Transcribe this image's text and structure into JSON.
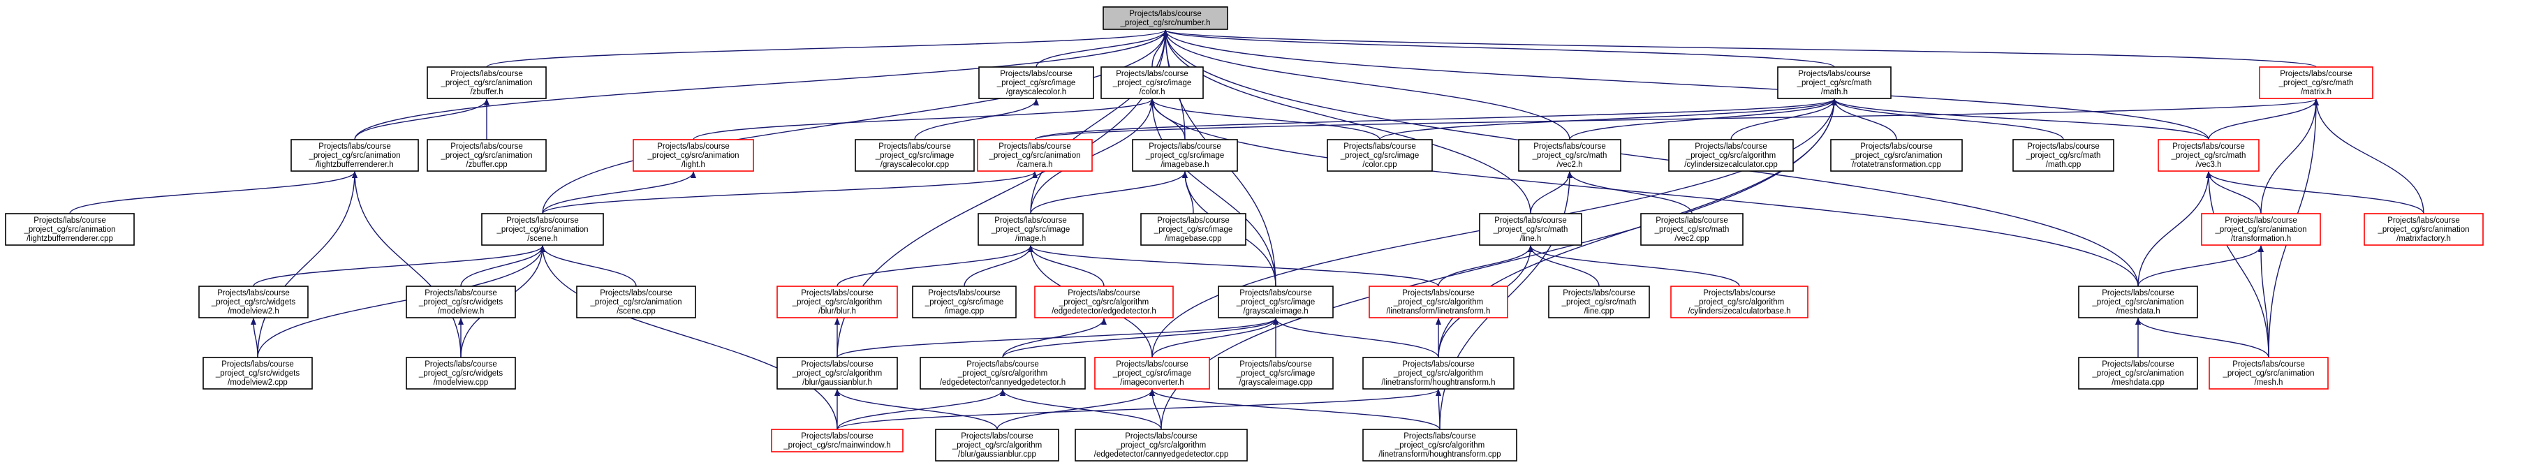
{
  "colors": {
    "edge": "#191970",
    "box_black": "#000000",
    "box_red": "#ff0000",
    "root_fill": "#bfbfbf",
    "node_fill": "#ffffff"
  },
  "nodes": [
    {
      "id": "root",
      "lines": [
        "Projects/labs/course",
        "_project_cg/src/number.h"
      ],
      "border": "black",
      "root": true
    },
    {
      "id": "zbuffer_h",
      "lines": [
        "Projects/labs/course",
        "_project_cg/src/animation",
        "/zbuffer.h"
      ],
      "border": "black"
    },
    {
      "id": "grayscalecolor_h",
      "lines": [
        "Projects/labs/course",
        "_project_cg/src/image",
        "/grayscalecolor.h"
      ],
      "border": "black"
    },
    {
      "id": "color_h",
      "lines": [
        "Projects/labs/course",
        "_project_cg/src/image",
        "/color.h"
      ],
      "border": "black"
    },
    {
      "id": "math_h",
      "lines": [
        "Projects/labs/course",
        "_project_cg/src/math",
        "/math.h"
      ],
      "border": "black"
    },
    {
      "id": "matrix_h",
      "lines": [
        "Projects/labs/course",
        "_project_cg/src/math",
        "/matrix.h"
      ],
      "border": "red"
    },
    {
      "id": "lightzbuffer_h",
      "lines": [
        "Projects/labs/course",
        "_project_cg/src/animation",
        "/lightzbufferrenderer.h"
      ],
      "border": "black"
    },
    {
      "id": "zbuffer_cpp",
      "lines": [
        "Projects/labs/course",
        "_project_cg/src/animation",
        "/zbuffer.cpp"
      ],
      "border": "black"
    },
    {
      "id": "light_h",
      "lines": [
        "Projects/labs/course",
        "_project_cg/src/animation",
        "/light.h"
      ],
      "border": "red"
    },
    {
      "id": "grayscalecolor_cpp",
      "lines": [
        "Projects/labs/course",
        "_project_cg/src/image",
        "/grayscalecolor.cpp"
      ],
      "border": "black"
    },
    {
      "id": "camera_h",
      "lines": [
        "Projects/labs/course",
        "_project_cg/src/animation",
        "/camera.h"
      ],
      "border": "red"
    },
    {
      "id": "imagebase_h",
      "lines": [
        "Projects/labs/course",
        "_project_cg/src/image",
        "/imagebase.h"
      ],
      "border": "black"
    },
    {
      "id": "color_cpp",
      "lines": [
        "Projects/labs/course",
        "_project_cg/src/image",
        "/color.cpp"
      ],
      "border": "black"
    },
    {
      "id": "vec2_h",
      "lines": [
        "Projects/labs/course",
        "_project_cg/src/math",
        "/vec2.h"
      ],
      "border": "black"
    },
    {
      "id": "cylindersize_cpp",
      "lines": [
        "Projects/labs/course",
        "_project_cg/src/algorithm",
        "/cylindersizecalculator.cpp"
      ],
      "border": "black"
    },
    {
      "id": "rotatetrans_cpp",
      "lines": [
        "Projects/labs/course",
        "_project_cg/src/animation",
        "/rotatetransformation.cpp"
      ],
      "border": "black"
    },
    {
      "id": "math_cpp",
      "lines": [
        "Projects/labs/course",
        "_project_cg/src/math",
        "/math.cpp"
      ],
      "border": "black"
    },
    {
      "id": "vec3_h",
      "lines": [
        "Projects/labs/course",
        "_project_cg/src/math",
        "/vec3.h"
      ],
      "border": "red"
    },
    {
      "id": "lightzbuffer_cpp",
      "lines": [
        "Projects/labs/course",
        "_project_cg/src/animation",
        "/lightzbufferrenderer.cpp"
      ],
      "border": "black"
    },
    {
      "id": "scene_h",
      "lines": [
        "Projects/labs/course",
        "_project_cg/src/animation",
        "/scene.h"
      ],
      "border": "black"
    },
    {
      "id": "image_h",
      "lines": [
        "Projects/labs/course",
        "_project_cg/src/image",
        "/image.h"
      ],
      "border": "black"
    },
    {
      "id": "imagebase_cpp",
      "lines": [
        "Projects/labs/course",
        "_project_cg/src/image",
        "/imagebase.cpp"
      ],
      "border": "black"
    },
    {
      "id": "line_h",
      "lines": [
        "Projects/labs/course",
        "_project_cg/src/math",
        "/line.h"
      ],
      "border": "black"
    },
    {
      "id": "vec2_cpp",
      "lines": [
        "Projects/labs/course",
        "_project_cg/src/math",
        "/vec2.cpp"
      ],
      "border": "black"
    },
    {
      "id": "transformation_h",
      "lines": [
        "Projects/labs/course",
        "_project_cg/src/animation",
        "/transformation.h"
      ],
      "border": "red"
    },
    {
      "id": "matrixfactory_h",
      "lines": [
        "Projects/labs/course",
        "_project_cg/src/animation",
        "/matrixfactory.h"
      ],
      "border": "red"
    },
    {
      "id": "modelview2_h",
      "lines": [
        "Projects/labs/course",
        "_project_cg/src/widgets",
        "/modelview2.h"
      ],
      "border": "black"
    },
    {
      "id": "modelview_h",
      "lines": [
        "Projects/labs/course",
        "_project_cg/src/widgets",
        "/modelview.h"
      ],
      "border": "black"
    },
    {
      "id": "scene_cpp",
      "lines": [
        "Projects/labs/course",
        "_project_cg/src/animation",
        "/scene.cpp"
      ],
      "border": "black"
    },
    {
      "id": "blur_h",
      "lines": [
        "Projects/labs/course",
        "_project_cg/src/algorithm",
        "/blur/blur.h"
      ],
      "border": "red"
    },
    {
      "id": "image_cpp",
      "lines": [
        "Projects/labs/course",
        "_project_cg/src/image",
        "/image.cpp"
      ],
      "border": "black"
    },
    {
      "id": "edgedetector_h",
      "lines": [
        "Projects/labs/course",
        "_project_cg/src/algorithm",
        "/edgedetector/edgedetector.h"
      ],
      "border": "red"
    },
    {
      "id": "grayscaleimage_h",
      "lines": [
        "Projects/labs/course",
        "_project_cg/src/image",
        "/grayscaleimage.h"
      ],
      "border": "black"
    },
    {
      "id": "linetransform_h",
      "lines": [
        "Projects/labs/course",
        "_project_cg/src/algorithm",
        "/linetransform/linetransform.h"
      ],
      "border": "red"
    },
    {
      "id": "line_cpp",
      "lines": [
        "Projects/labs/course",
        "_project_cg/src/math",
        "/line.cpp"
      ],
      "border": "black"
    },
    {
      "id": "cylindersizebase_h",
      "lines": [
        "Projects/labs/course",
        "_project_cg/src/algorithm",
        "/cylindersizecalculatorbase.h"
      ],
      "border": "red"
    },
    {
      "id": "meshdata_h",
      "lines": [
        "Projects/labs/course",
        "_project_cg/src/animation",
        "/meshdata.h"
      ],
      "border": "black"
    },
    {
      "id": "modelview2_cpp",
      "lines": [
        "Projects/labs/course",
        "_project_cg/src/widgets",
        "/modelview2.cpp"
      ],
      "border": "black"
    },
    {
      "id": "modelview_cpp",
      "lines": [
        "Projects/labs/course",
        "_project_cg/src/widgets",
        "/modelview.cpp"
      ],
      "border": "black"
    },
    {
      "id": "gaussianblur_h",
      "lines": [
        "Projects/labs/course",
        "_project_cg/src/algorithm",
        "/blur/gaussianblur.h"
      ],
      "border": "black"
    },
    {
      "id": "cannyedge_h",
      "lines": [
        "Projects/labs/course",
        "_project_cg/src/algorithm",
        "/edgedetector/cannyedgedetector.h"
      ],
      "border": "black"
    },
    {
      "id": "imageconverter_h",
      "lines": [
        "Projects/labs/course",
        "_project_cg/src/image",
        "/imageconverter.h"
      ],
      "border": "red"
    },
    {
      "id": "grayscaleimage_cpp",
      "lines": [
        "Projects/labs/course",
        "_project_cg/src/image",
        "/grayscaleimage.cpp"
      ],
      "border": "black"
    },
    {
      "id": "houghtransform_h",
      "lines": [
        "Projects/labs/course",
        "_project_cg/src/algorithm",
        "/linetransform/houghtransform.h"
      ],
      "border": "black"
    },
    {
      "id": "meshdata_cpp",
      "lines": [
        "Projects/labs/course",
        "_project_cg/src/animation",
        "/meshdata.cpp"
      ],
      "border": "black"
    },
    {
      "id": "mesh_h",
      "lines": [
        "Projects/labs/course",
        "_project_cg/src/animation",
        "/mesh.h"
      ],
      "border": "red"
    },
    {
      "id": "mainwindow_h",
      "lines": [
        "Projects/labs/course",
        "_project_cg/src/mainwindow.h"
      ],
      "border": "red"
    },
    {
      "id": "gaussianblur_cpp",
      "lines": [
        "Projects/labs/course",
        "_project_cg/src/algorithm",
        "/blur/gaussianblur.cpp"
      ],
      "border": "black"
    },
    {
      "id": "cannyedge_cpp",
      "lines": [
        "Projects/labs/course",
        "_project_cg/src/algorithm",
        "/edgedetector/cannyedgedetector.cpp"
      ],
      "border": "black"
    },
    {
      "id": "houghtransform_cpp",
      "lines": [
        "Projects/labs/course",
        "_project_cg/src/algorithm",
        "/linetransform/houghtransform.cpp"
      ],
      "border": "black"
    }
  ],
  "edges": [
    [
      "root",
      "zbuffer_h"
    ],
    [
      "root",
      "grayscalecolor_h"
    ],
    [
      "root",
      "color_h"
    ],
    [
      "root",
      "math_h"
    ],
    [
      "root",
      "matrix_h"
    ],
    [
      "root",
      "lightzbuffer_h"
    ],
    [
      "root",
      "scene_h"
    ],
    [
      "root",
      "imagebase_h"
    ],
    [
      "root",
      "image_h"
    ],
    [
      "root",
      "vec2_h"
    ],
    [
      "root",
      "vec3_h"
    ],
    [
      "root",
      "grayscaleimage_h"
    ],
    [
      "root",
      "gaussianblur_h"
    ],
    [
      "root",
      "meshdata_h"
    ],
    [
      "root",
      "line_h"
    ],
    [
      "zbuffer_h",
      "lightzbuffer_h"
    ],
    [
      "zbuffer_h",
      "zbuffer_cpp"
    ],
    [
      "lightzbuffer_h",
      "lightzbuffer_cpp"
    ],
    [
      "lightzbuffer_h",
      "modelview2_cpp"
    ],
    [
      "lightzbuffer_h",
      "modelview_cpp"
    ],
    [
      "grayscalecolor_h",
      "grayscalecolor_cpp"
    ],
    [
      "color_h",
      "light_h"
    ],
    [
      "color_h",
      "imagebase_h"
    ],
    [
      "color_h",
      "color_cpp"
    ],
    [
      "color_h",
      "image_h"
    ],
    [
      "color_h",
      "grayscaleimage_h"
    ],
    [
      "color_h",
      "meshdata_h"
    ],
    [
      "math_h",
      "camera_h"
    ],
    [
      "math_h",
      "color_cpp"
    ],
    [
      "math_h",
      "vec2_h"
    ],
    [
      "math_h",
      "cylindersize_cpp"
    ],
    [
      "math_h",
      "rotatetrans_cpp"
    ],
    [
      "math_h",
      "math_cpp"
    ],
    [
      "math_h",
      "vec3_h"
    ],
    [
      "math_h",
      "imageconverter_h"
    ],
    [
      "math_h",
      "houghtransform_h"
    ],
    [
      "math_h",
      "cannyedge_cpp"
    ],
    [
      "matrix_h",
      "camera_h"
    ],
    [
      "matrix_h",
      "vec3_h"
    ],
    [
      "matrix_h",
      "transformation_h"
    ],
    [
      "matrix_h",
      "matrixfactory_h"
    ],
    [
      "matrix_h",
      "mesh_h"
    ],
    [
      "light_h",
      "scene_h"
    ],
    [
      "camera_h",
      "scene_h"
    ],
    [
      "imagebase_h",
      "image_h"
    ],
    [
      "imagebase_h",
      "imagebase_cpp"
    ],
    [
      "imagebase_h",
      "grayscaleimage_h"
    ],
    [
      "vec2_h",
      "line_h"
    ],
    [
      "vec2_h",
      "vec2_cpp"
    ],
    [
      "vec2_h",
      "houghtransform_cpp"
    ],
    [
      "vec3_h",
      "transformation_h"
    ],
    [
      "vec3_h",
      "matrixfactory_h"
    ],
    [
      "vec3_h",
      "meshdata_h"
    ],
    [
      "vec3_h",
      "mesh_h"
    ],
    [
      "scene_h",
      "modelview2_h"
    ],
    [
      "scene_h",
      "modelview_h"
    ],
    [
      "scene_h",
      "scene_cpp"
    ],
    [
      "scene_h",
      "modelview2_cpp"
    ],
    [
      "scene_h",
      "modelview_cpp"
    ],
    [
      "scene_h",
      "mainwindow_h"
    ],
    [
      "image_h",
      "blur_h"
    ],
    [
      "image_h",
      "image_cpp"
    ],
    [
      "image_h",
      "edgedetector_h"
    ],
    [
      "image_h",
      "linetransform_h"
    ],
    [
      "image_h",
      "imageconverter_h"
    ],
    [
      "line_h",
      "linetransform_h"
    ],
    [
      "line_h",
      "line_cpp"
    ],
    [
      "line_h",
      "cylindersizebase_h"
    ],
    [
      "line_h",
      "houghtransform_h"
    ],
    [
      "transformation_h",
      "meshdata_h"
    ],
    [
      "transformation_h",
      "mesh_h"
    ],
    [
      "modelview2_h",
      "modelview2_cpp"
    ],
    [
      "modelview_h",
      "modelview_cpp"
    ],
    [
      "blur_h",
      "gaussianblur_h"
    ],
    [
      "edgedetector_h",
      "cannyedge_h"
    ],
    [
      "grayscaleimage_h",
      "gaussianblur_h"
    ],
    [
      "grayscaleimage_h",
      "cannyedge_h"
    ],
    [
      "grayscaleimage_h",
      "imageconverter_h"
    ],
    [
      "grayscaleimage_h",
      "grayscaleimage_cpp"
    ],
    [
      "grayscaleimage_h",
      "houghtransform_h"
    ],
    [
      "linetransform_h",
      "houghtransform_h"
    ],
    [
      "meshdata_h",
      "meshdata_cpp"
    ],
    [
      "meshdata_h",
      "mesh_h"
    ],
    [
      "gaussianblur_h",
      "mainwindow_h"
    ],
    [
      "gaussianblur_h",
      "gaussianblur_cpp"
    ],
    [
      "cannyedge_h",
      "mainwindow_h"
    ],
    [
      "cannyedge_h",
      "cannyedge_cpp"
    ],
    [
      "imageconverter_h",
      "gaussianblur_cpp"
    ],
    [
      "imageconverter_h",
      "cannyedge_cpp"
    ],
    [
      "imageconverter_h",
      "houghtransform_cpp"
    ],
    [
      "houghtransform_h",
      "mainwindow_h"
    ],
    [
      "houghtransform_h",
      "houghtransform_cpp"
    ]
  ]
}
